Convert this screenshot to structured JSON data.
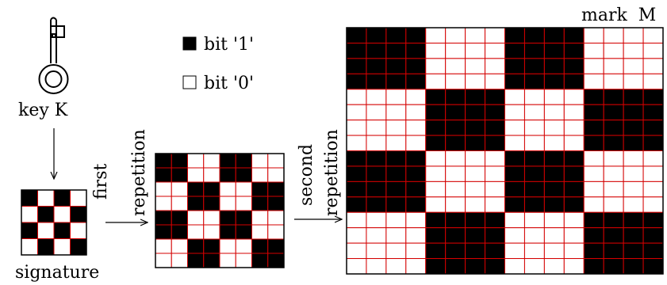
{
  "labels": {
    "key": "key K",
    "signature": "signature",
    "first_repetition": [
      "first",
      "repetition"
    ],
    "second_repetition": [
      "second",
      "repetition"
    ],
    "mark": "mark  M"
  },
  "legend": {
    "bit_one": "bit '1'",
    "bit_zero": "bit '0'"
  },
  "colors": {
    "bit_one": "#000000",
    "bit_zero": "#ffffff",
    "cell_line": "#d40000",
    "outer_line": "#000000"
  },
  "grids": {
    "signature": [
      [
        1,
        0,
        1,
        0
      ],
      [
        0,
        1,
        0,
        1
      ],
      [
        1,
        0,
        1,
        0
      ],
      [
        0,
        1,
        0,
        1
      ]
    ],
    "first_repetition_factor": 2,
    "second_repetition_factor": 2
  }
}
